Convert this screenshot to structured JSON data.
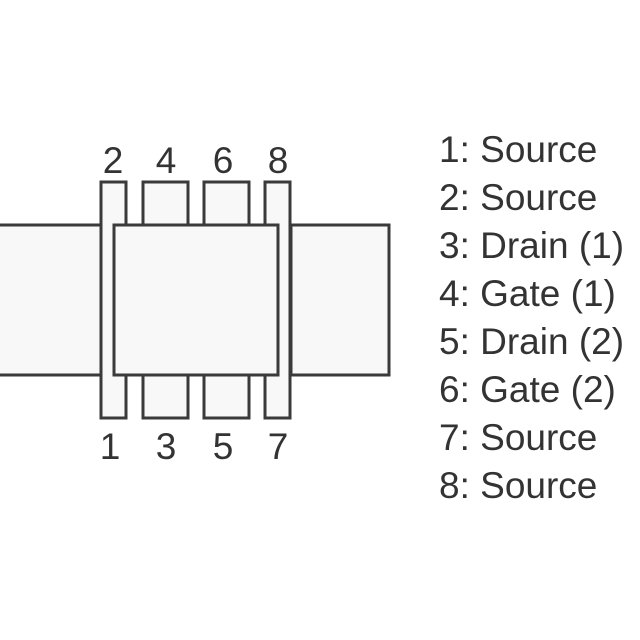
{
  "diagram": {
    "title": "8-pin dual MOSFET package pinout",
    "top_pin_labels": [
      "2",
      "4",
      "6",
      "8"
    ],
    "bottom_pin_labels": [
      "1",
      "3",
      "5",
      "7"
    ],
    "legend": [
      {
        "pin": "1",
        "text": "1: Source"
      },
      {
        "pin": "2",
        "text": "2: Source"
      },
      {
        "pin": "3",
        "text": "3: Drain (1)"
      },
      {
        "pin": "4",
        "text": "4: Gate (1)"
      },
      {
        "pin": "5",
        "text": "5: Drain (2)"
      },
      {
        "pin": "6",
        "text": "6: Gate (2)"
      },
      {
        "pin": "7",
        "text": "7: Source"
      },
      {
        "pin": "8",
        "text": "8: Source"
      }
    ],
    "colors": {
      "outline": "#3a3a3a",
      "fill": "#f8f8f8",
      "text": "#333333"
    }
  }
}
